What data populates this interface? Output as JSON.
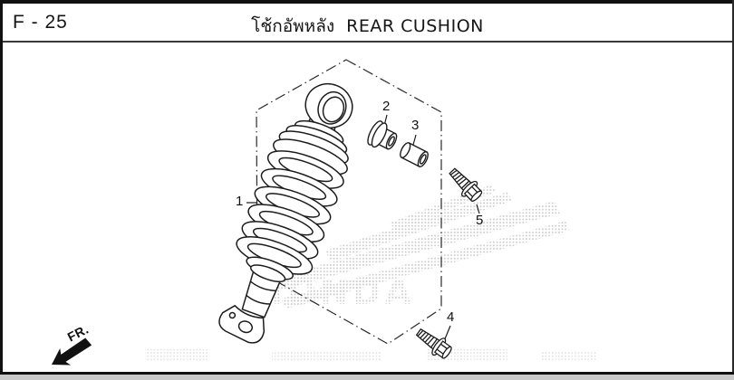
{
  "header": {
    "page_code": "F - 25",
    "title_thai": "โช้กอัพหลัง",
    "title_en": "REAR CUSHION"
  },
  "diagram": {
    "part_labels": [
      "1",
      "2",
      "3",
      "4",
      "5"
    ],
    "direction_label": "FR.",
    "watermark_text": "HONDA"
  },
  "colors": {
    "line": "#1c1c1c",
    "page_background": "#ffffff",
    "border": "#111111",
    "watermark_dots": "#c4c4c4",
    "page_edge": "#c9c9c9"
  }
}
